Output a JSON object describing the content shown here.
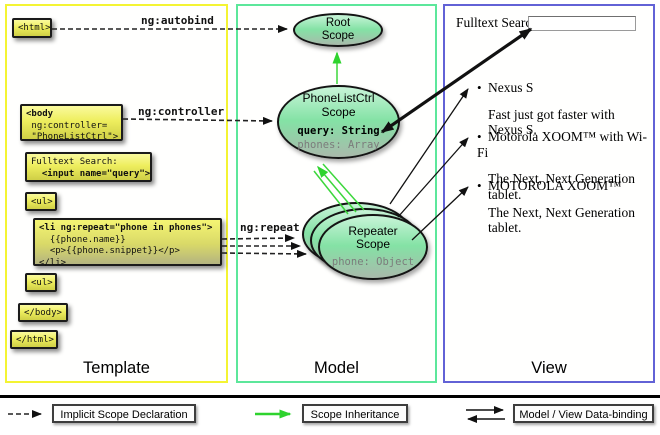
{
  "template_panel": {
    "title": "Template",
    "boxes": {
      "html_open": "<html>",
      "body_line1": "<body",
      "body_rest": " ng:controller=\n \"PhoneListCtrl\">",
      "fulltext_line1": "Fulltext Search:",
      "fulltext_line2": "  <input name=\"query\">",
      "ul_open": "<ul>",
      "li_line1": "<li ng:repeat=\"phone in phones\">",
      "li_rest": "  {{phone.name}}\n  <p>{{phone.snippet}}</p>\n</li>",
      "ul_close": "<ul>",
      "body_close": "</body>",
      "html_close": "</html>"
    }
  },
  "arrow_labels": {
    "autobind": "ng:autobind",
    "controller": "ng:controller",
    "repeat": "ng:repeat"
  },
  "model_panel": {
    "title": "Model",
    "root_scope": {
      "name": "Root\nScope"
    },
    "phonelist_scope": {
      "name": "PhoneListCtrl\nScope",
      "prop_query": "query: String",
      "prop_phones": "phones: Array"
    },
    "repeater_scope": {
      "name": "Repeater\nScope",
      "prop_phone": "phone: Object"
    }
  },
  "view_panel": {
    "title": "View",
    "search_label": "Fulltext Search:",
    "search_value": "",
    "bullet": "•",
    "items": [
      {
        "name": "Nexus S",
        "snippet": "Fast just got faster with Nexus S."
      },
      {
        "name": "Motorola XOOM™  with Wi-Fi",
        "snippet": "The Next, Next Generation tablet."
      },
      {
        "name": "MOTOROLA XOOM™",
        "snippet": "The Next, Next Generation tablet."
      }
    ]
  },
  "legend": {
    "implicit": "Implicit Scope Declaration",
    "inheritance": "Scope Inheritance",
    "databinding": "Model / View Data-binding"
  },
  "colors": {
    "template_border": "#f4f433",
    "model_border": "#5ce79b",
    "view_border": "#6262d6",
    "inheritance_green": "#2ed32e",
    "arrow_black": "#111111"
  }
}
